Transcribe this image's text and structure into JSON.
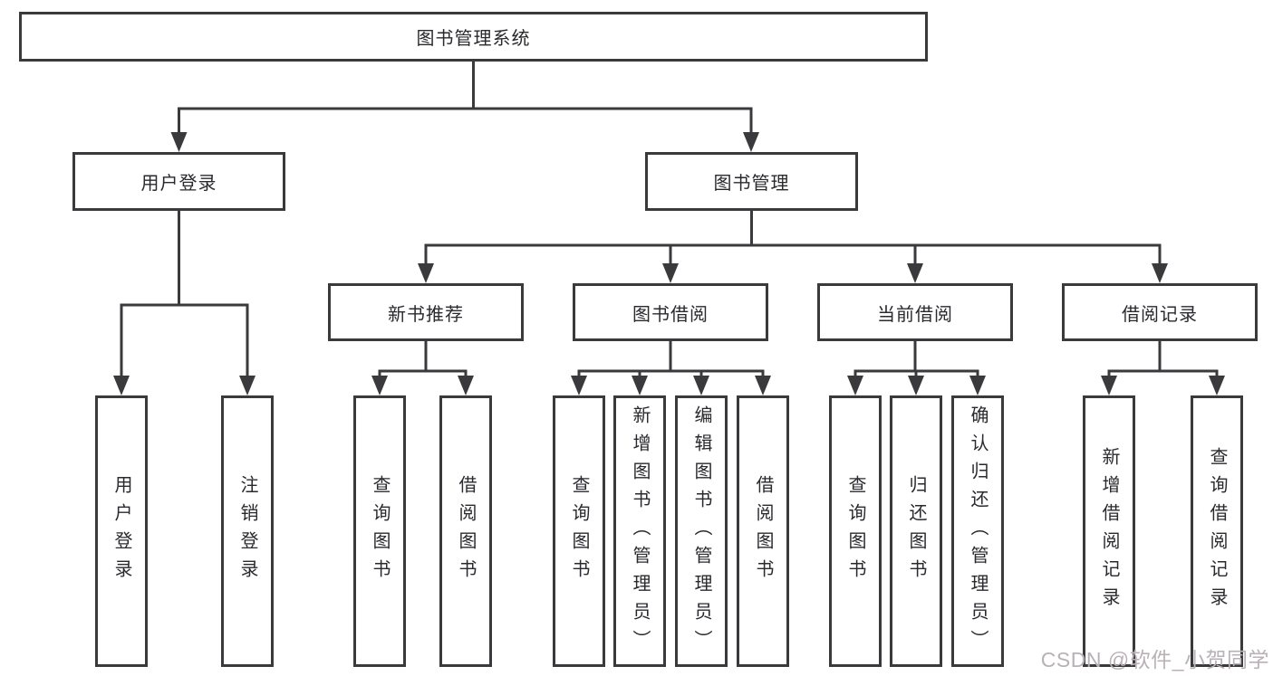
{
  "style": {
    "line_color": "#3a3a3c",
    "text_color": "#2a2a2e",
    "background": "#ffffff",
    "watermark_color": "#b9b1b6"
  },
  "watermark": {
    "text": "CSDN @软件_小贺同学"
  },
  "tree": {
    "root": {
      "label": "图书管理系统",
      "children": [
        {
          "label": "用户登录",
          "children": [
            {
              "label": "用户登录"
            },
            {
              "label": "注销登录"
            }
          ]
        },
        {
          "label": "图书管理",
          "children": [
            {
              "label": "新书推荐",
              "children": [
                {
                  "label": "查询图书"
                },
                {
                  "label": "借阅图书"
                }
              ]
            },
            {
              "label": "图书借阅",
              "children": [
                {
                  "label": "查询图书"
                },
                {
                  "label": "新增图书（管理员）"
                },
                {
                  "label": "编辑图书（管理员）"
                },
                {
                  "label": "借阅图书"
                }
              ]
            },
            {
              "label": "当前借阅",
              "children": [
                {
                  "label": "查询图书"
                },
                {
                  "label": "归还图书"
                },
                {
                  "label": "确认归还（管理员）"
                }
              ]
            },
            {
              "label": "借阅记录",
              "children": [
                {
                  "label": "新增借阅记录"
                },
                {
                  "label": "查询借阅记录"
                }
              ]
            }
          ]
        }
      ]
    }
  }
}
